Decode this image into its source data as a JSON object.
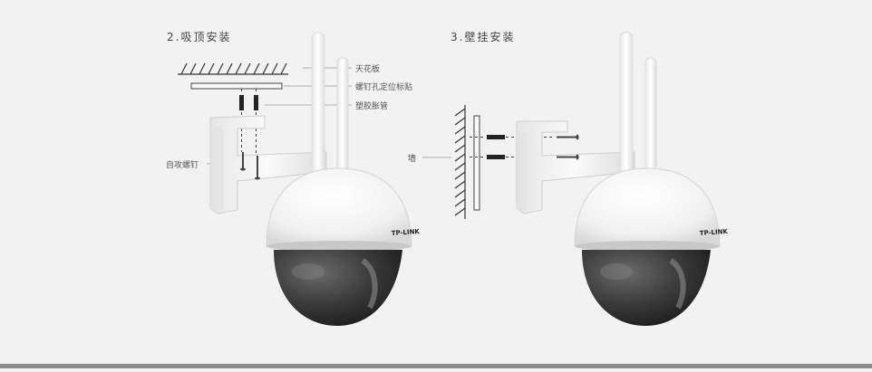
{
  "ceiling_section": {
    "title": "2.吸顶安装",
    "labels": {
      "ceiling": "天花板",
      "sticker": "螺钉孔定位标贴",
      "anchor": "塑胶胀管",
      "screw": "自攻螺钉"
    }
  },
  "wall_section": {
    "title": "3.壁挂安装",
    "labels": {
      "wall": "墙"
    }
  },
  "camera": {
    "brand": "TP-LINK"
  }
}
